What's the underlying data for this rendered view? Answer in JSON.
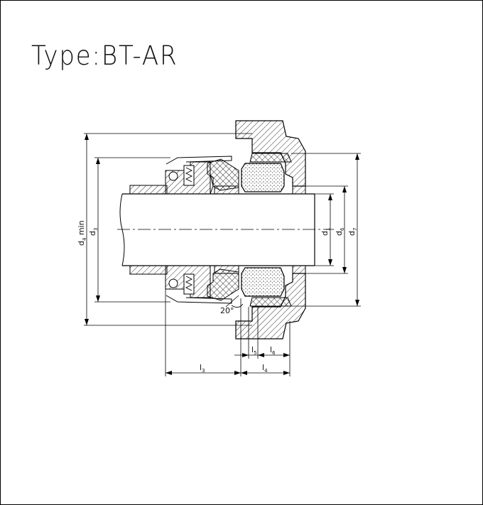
{
  "title": "Type:BT-AR",
  "labels": {
    "d4": "d",
    "d4_sub": "4",
    "d4_suffix": " min",
    "d3": "d",
    "d3_sub": "3",
    "d1": "d",
    "d1_sub": "1",
    "d6": "d",
    "d6_sub": "6",
    "d7": "d",
    "d7_sub": "7",
    "l3": "l",
    "l3_sub": "3",
    "l4": "l",
    "l4_sub": "4",
    "l5": "l",
    "l5_sub": "5",
    "l6": "l",
    "l6_sub": "6",
    "angle": "20°"
  }
}
